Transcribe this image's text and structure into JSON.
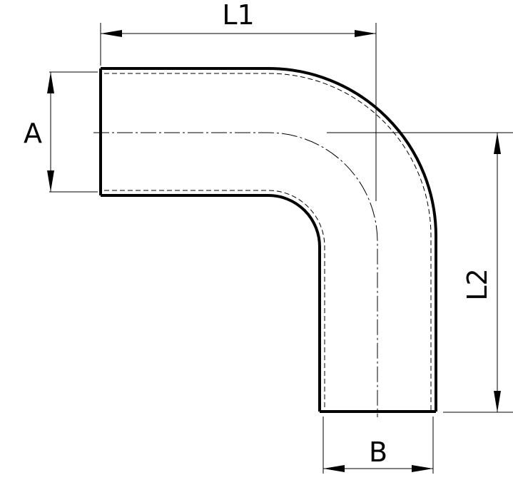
{
  "dimensions": {
    "L1": "L1",
    "L2": "L2",
    "A": "A",
    "B": "B"
  }
}
